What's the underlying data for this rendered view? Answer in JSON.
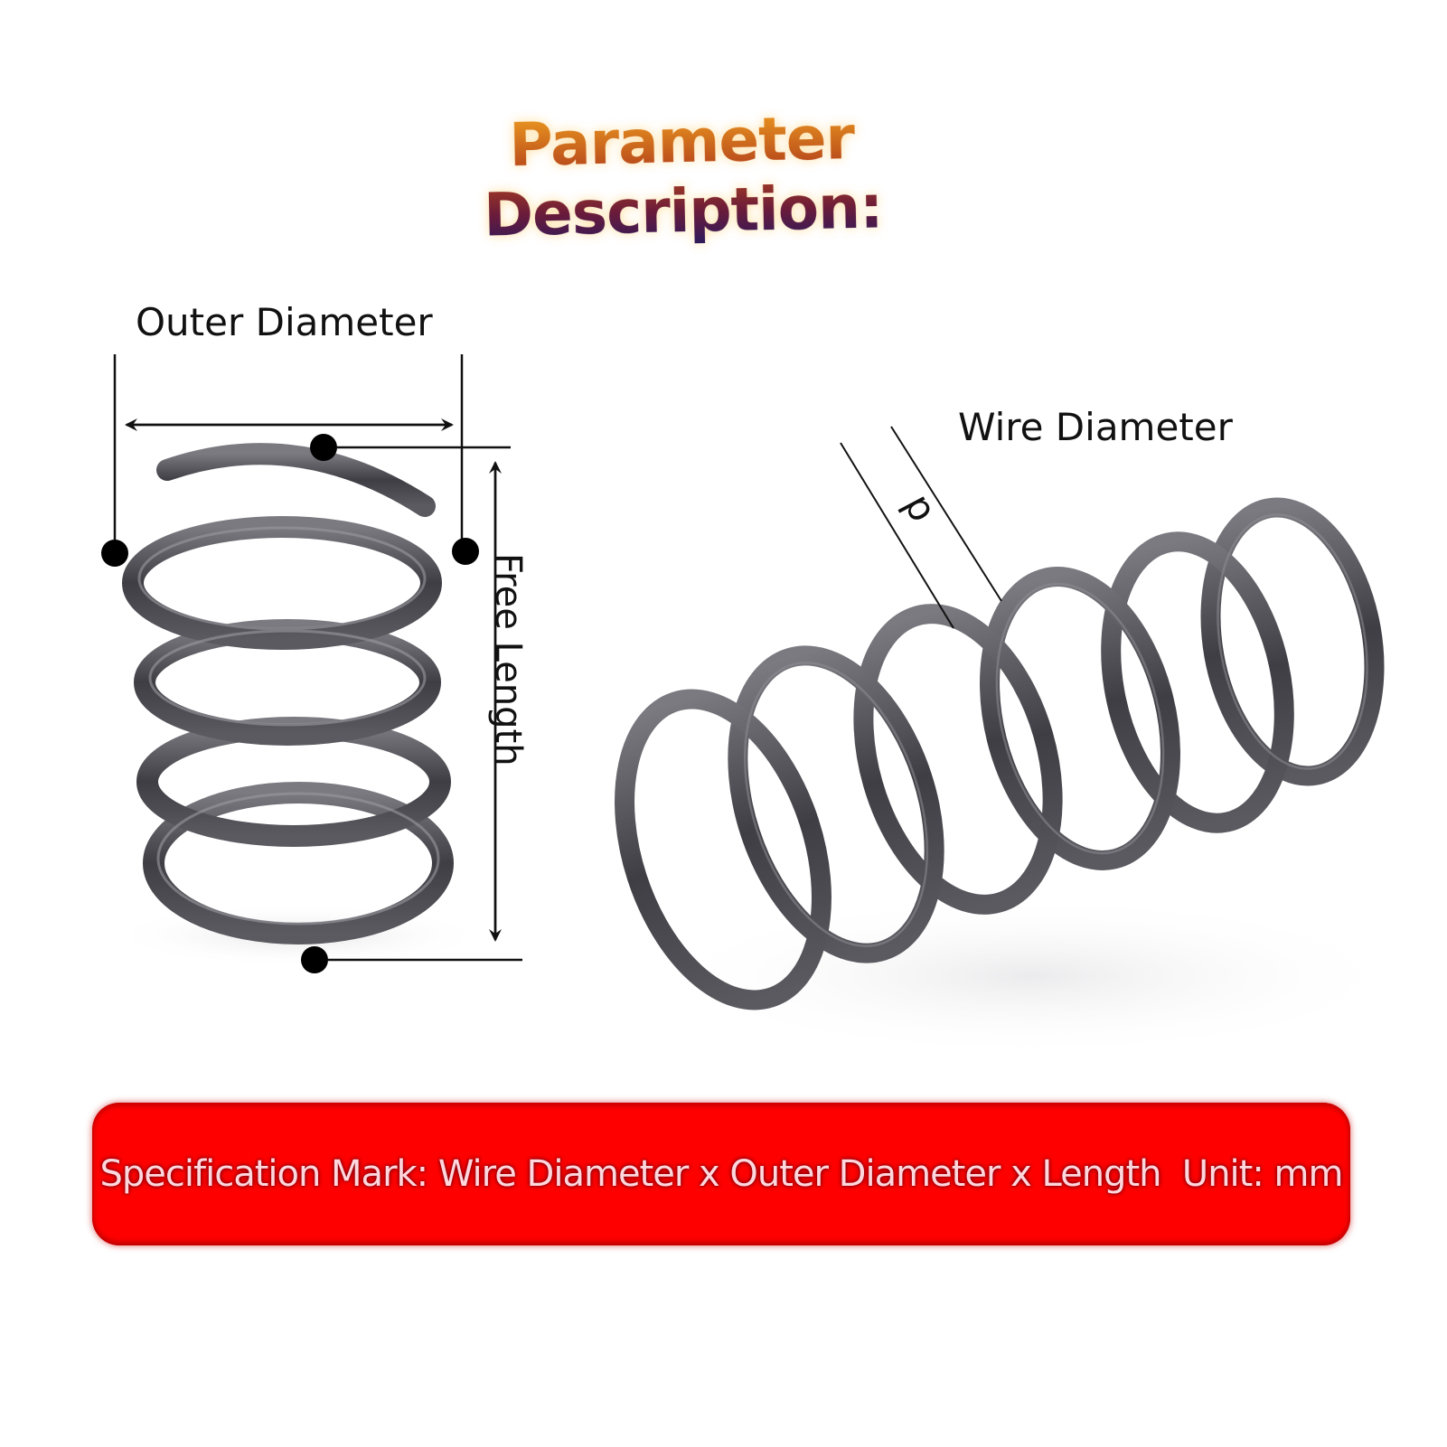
{
  "title": "Parameter Description:",
  "labels": {
    "outer_diameter": "Outer Diameter",
    "free_length": "Free Length",
    "wire_diameter": "Wire Diameter",
    "wire_symbol": "d"
  },
  "banner": {
    "text": "Specification Mark: Wire Diameter x Outer Diameter x Length  Unit: mm",
    "color": "#ff0000",
    "text_color": "#ffd6dc"
  },
  "colors": {
    "background": "#ffffff",
    "spring_metal": "#4a4a4e",
    "dimension_lines": "#111111",
    "title_gradient_top": "#f0a020",
    "title_gradient_bottom": "#2a1a5e"
  },
  "figures": [
    {
      "name": "left-spring",
      "view": "upright",
      "annotations": [
        "Outer Diameter",
        "Free Length"
      ]
    },
    {
      "name": "right-spring",
      "view": "side-tilted",
      "annotations": [
        "Wire Diameter",
        "d"
      ]
    }
  ]
}
